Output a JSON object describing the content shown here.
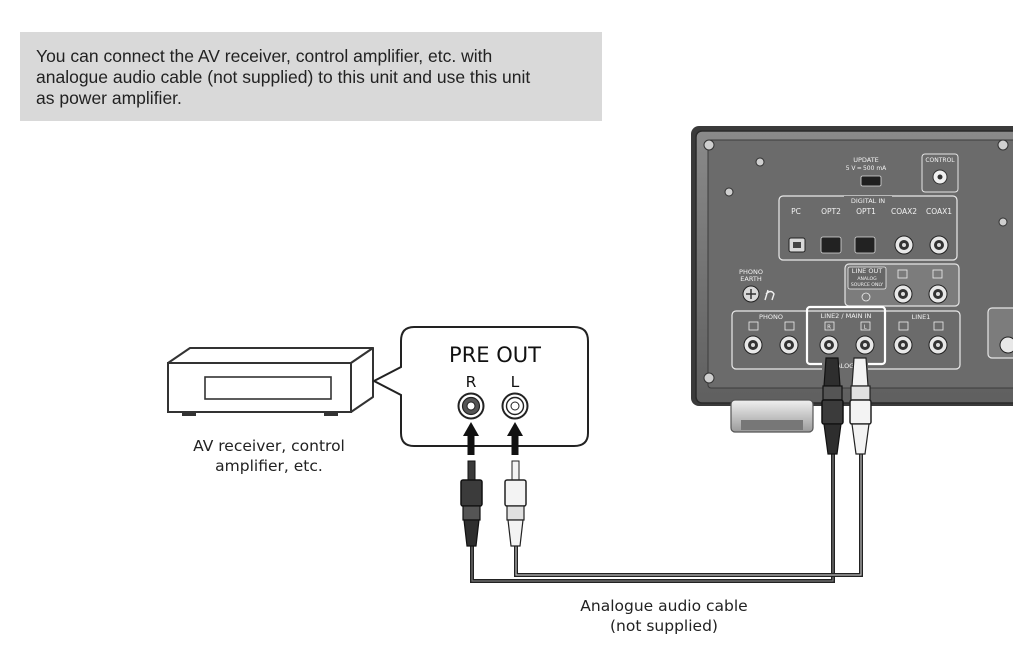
{
  "note": {
    "lines": [
      "You can connect the AV receiver, control amplifier, etc. with",
      "analogue audio cable (not supplied) to this unit and use this unit",
      "as power amplifier."
    ]
  },
  "source_device": {
    "caption_lines": [
      "AV receiver, control",
      "amplifier, etc."
    ]
  },
  "callout": {
    "title": "PRE OUT",
    "right_label": "R",
    "left_label": "L"
  },
  "cable": {
    "caption_lines": [
      "Analogue audio cable",
      "(not supplied)"
    ]
  },
  "rear_panel": {
    "update_label": "UPDATE",
    "update_rating": "5 V ━ 500 mA",
    "control_label": "CONTROL",
    "digital_in_label": "DIGITAL IN",
    "digital_ports": [
      "PC",
      "OPT2",
      "OPT1",
      "COAX2",
      "COAX1"
    ],
    "phono_earth_lines": [
      "PHONO",
      "EARTH"
    ],
    "line_out_label": "LINE OUT",
    "line_out_sub_lines": [
      "ANALOG",
      "SOURCE ONLY"
    ],
    "phono_label": "PHONO",
    "line2_label": "LINE2 / MAIN IN",
    "line1_label": "LINE1",
    "analog_in_label": "ANALOG IN",
    "ch_r": "R",
    "ch_l": "L"
  },
  "colors": {
    "panel": "#6e6e6e",
    "panel_dark": "#4a4a4a",
    "cable": "#2a2a2a",
    "note_bg": "#d9d9d9"
  }
}
